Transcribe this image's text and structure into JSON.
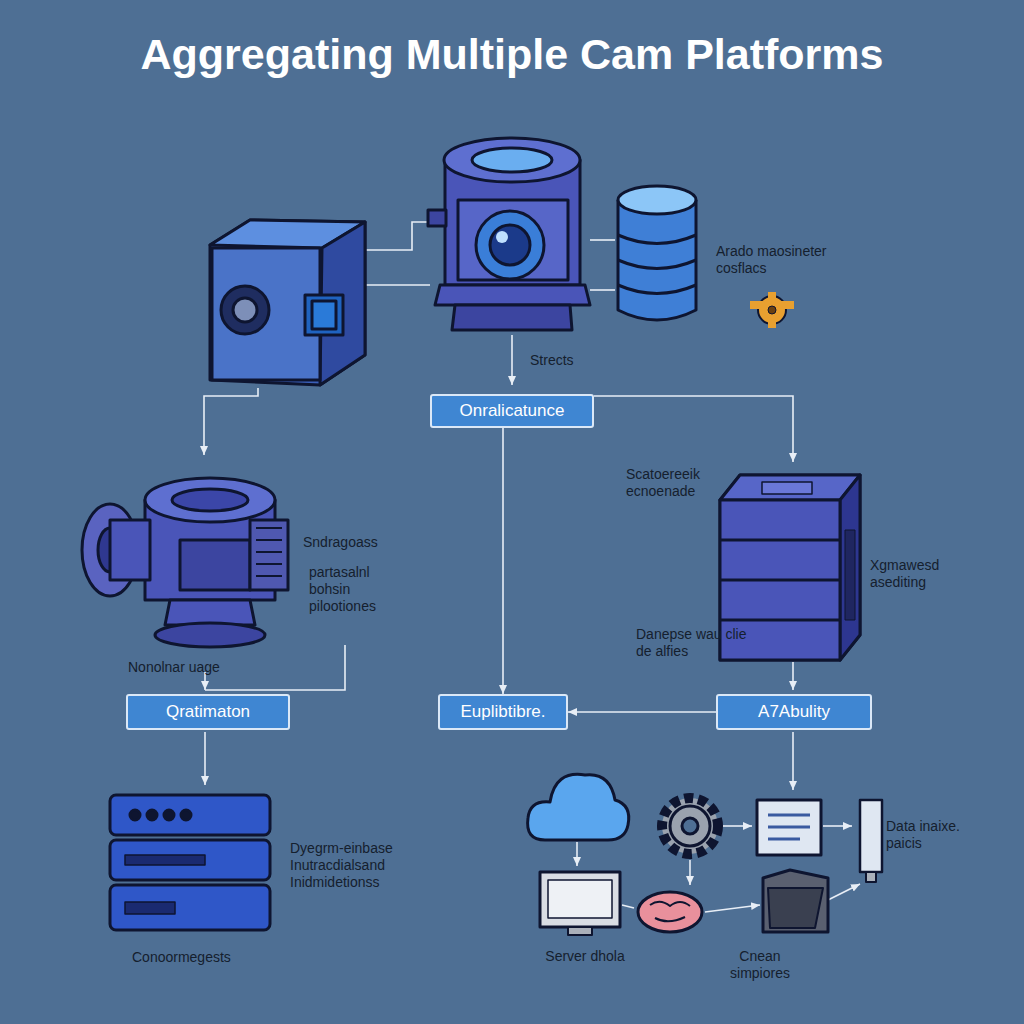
{
  "diagram": {
    "title": "Aggregating Multiple Cam Platforms",
    "nodes": [
      {
        "text": [
          "Onralicatunce"
        ]
      },
      {
        "text": [
          "Qratimaton"
        ]
      },
      {
        "text": [
          "Euplibtibre."
        ]
      },
      {
        "text": [
          "A7Abulity"
        ]
      }
    ],
    "edges": [
      {
        "from": 0,
        "to": 2,
        "arrow": "to"
      },
      {
        "from": 3,
        "to": 2,
        "arrow": "to"
      }
    ],
    "labels": [
      "Arado maosineter cosflacs",
      "Strects",
      "Scatoereeik ecnoenade",
      "Sndragoass",
      "partasalnl bohsin pilootiones",
      "Nonolnar uage",
      "Xgmawesd asediting",
      "Danepse wau clie de alfies",
      "Dyegrm-einbase Inutracdialsand Inidmidetionss",
      "Conoormegests",
      "Server dhola",
      "Cnean simpiores",
      "Data inaixe. paicis"
    ]
  }
}
